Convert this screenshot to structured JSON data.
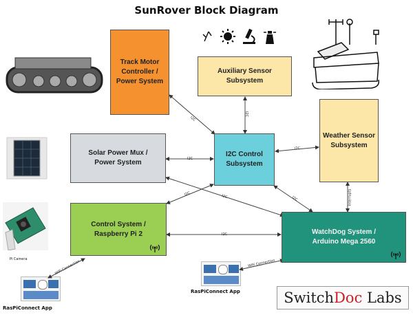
{
  "title": "SunRover Block Diagram",
  "blocks": {
    "track_motor": "Track Motor\nController /\nPower System",
    "aux_sensor": "Auxiliary Sensor\nSubsystem",
    "weather_sensor": "Weather Sensor\nSubsystem",
    "solar_power": "Solar Power Mux /\nPower System",
    "i2c_control": "I2C Control\nSubsystem",
    "control_system": "Control System /\nRaspberry Pi 2",
    "watchdog": "WatchDog System /\nArduino Mega 2560"
  },
  "connection_labels": {
    "i2c_track": "I2C",
    "i2c_aux": "I2C",
    "i2c_weather": "I2C",
    "i2c_solar": "I2C",
    "i2c_control": "I2C",
    "i2c_watchdog_top": "I2C",
    "i2c_watchdog_mid": "I2C",
    "i2c_pi_watchdog": "I2C",
    "interrupts": "Interrupts",
    "wifi_left": "WiFi Connection",
    "wifi_right": "WiFi Connection"
  },
  "captions": {
    "pi_camera": "Pi Camera",
    "raspi_left": "RasPiConnect App",
    "raspi_right": "RasPiConnect App"
  },
  "logo": {
    "part1": "Switch",
    "part2": "Doc",
    "part3": " Labs"
  },
  "icons": [
    "wind-vane-icon",
    "sun-icon",
    "microscope-icon",
    "lighthouse-icon",
    "wireless-icon"
  ],
  "colors": {
    "track_motor": "#f5922f",
    "aux_sensor": "#fce7a8",
    "weather_sensor": "#fce7a8",
    "solar_power": "#d7dadf",
    "i2c_control": "#6ccfdc",
    "control_system": "#9bcf53",
    "watchdog": "#21937d",
    "logo_accent": "#cc2027"
  }
}
